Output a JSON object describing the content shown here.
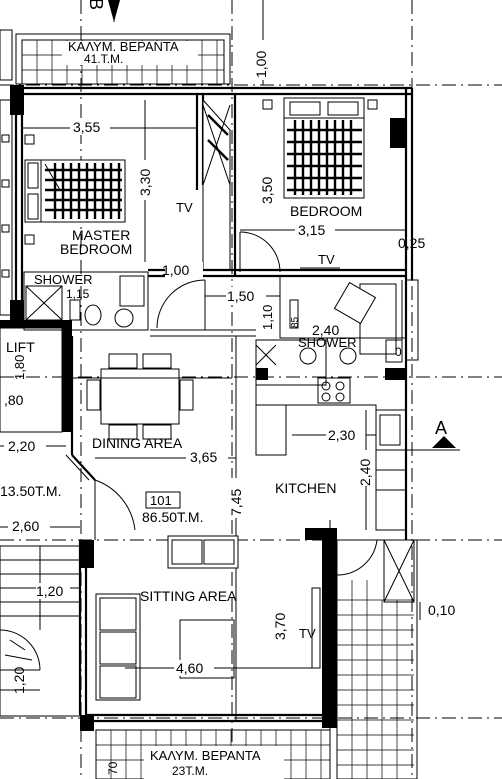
{
  "section_marker": "B",
  "section_marker_a": "A",
  "verandas": {
    "top_label": "ΚΑΛΥΜ. ΒΕΡΑΝΤΑ",
    "top_area": "41.Τ.Μ.",
    "bottom_label": "ΚΑΛΥΜ. ΒΕΡΑΝΤΑ",
    "bottom_area": "23Τ.Μ."
  },
  "rooms": {
    "master_bedroom_line1": "MASTER",
    "master_bedroom_line2": "BEDROOM",
    "bedroom": "BEDROOM",
    "shower_left": "SHOWER",
    "shower_right": "SHOWER",
    "lift": "LIFT",
    "dining": "DINING   AREA",
    "kitchen": "KITCHEN",
    "sitting": "SITTING  AREA",
    "tv_1": "TV",
    "tv_2": "TV",
    "tv_3": "TV",
    "unit_number": "101",
    "unit_area": "86.50T.M.",
    "stair_area": "13.50T.M."
  },
  "dimensions": {
    "d_1_00_top": "1,00",
    "d_3_55": "3,55",
    "d_3_30": "3,30",
    "d_3_50": "3,50",
    "d_3_15": "3,15",
    "d_0_25": "0,25",
    "d_1_00_mid": "1,00",
    "d_1_50": "1,50",
    "d_1_10": "1,10",
    "d_2_40_top": "2,40",
    "d_1_15": "1,15",
    "d_1_80": "1,80",
    "d_80": ",80",
    "d_2_20": "2,20",
    "d_3_65": "3,65",
    "d_2_30": "2,30",
    "d_2_40_side": "2,40",
    "d_7_45": "7,45",
    "d_2_60": "2,60",
    "d_1_20_a": "1,20",
    "d_1_20_b": "1,20",
    "d_3_70": "3,70",
    "d_4_60": "4,60",
    "d_0_10": "0,10",
    "d_70": "70",
    "d_0_small": "0",
    "d_85": "85"
  }
}
